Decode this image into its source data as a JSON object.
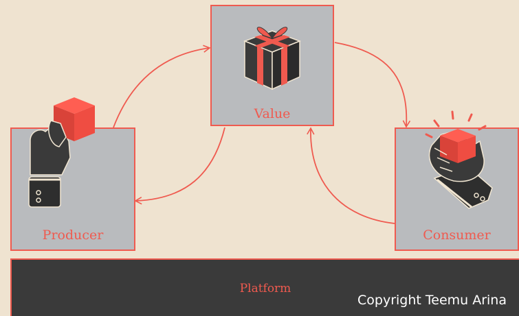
{
  "nodes": {
    "value": {
      "label": "Value"
    },
    "producer": {
      "label": "Producer"
    },
    "consumer": {
      "label": "Consumer"
    }
  },
  "platform": {
    "label": "Platform"
  },
  "copyright": "Copyright Teemu Arina",
  "colors": {
    "background": "#efe3d0",
    "box_fill": "#b9bbbe",
    "accent": "#ef5a4f",
    "dark": "#3a3a3a",
    "cream": "#f1e6d2"
  },
  "icons": {
    "value": "gift-box-icon",
    "producer": "hand-holding-cube-icon",
    "consumer": "hand-grabbing-cube-icon"
  }
}
